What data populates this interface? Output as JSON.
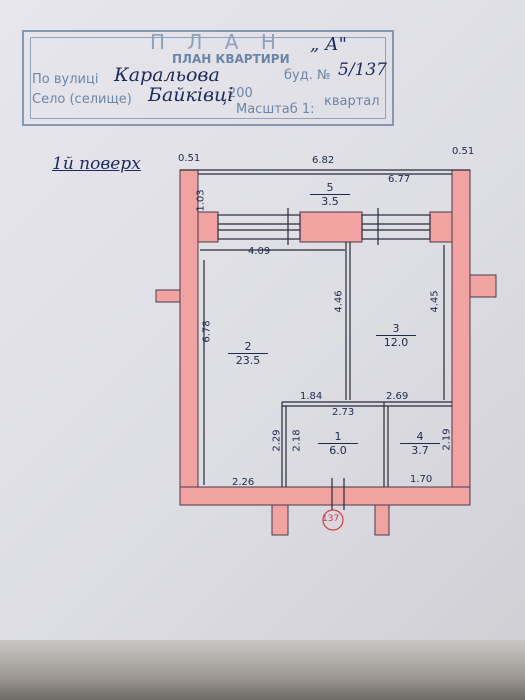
{
  "stamp": {
    "title": "П Л А Н",
    "subtitle": "ПЛАН КВАРТИРИ",
    "street_label": "По вулиці",
    "house_label": "буд. №",
    "village_label": "Село (селище)",
    "kvartal_label": "квартал",
    "scale_label": "Масштаб 1:",
    "scale_value": "200",
    "category": "„ А\""
  },
  "handwriting": {
    "street": "Каральова",
    "house": "5/137",
    "village": "Байківці",
    "floor": "1й поверх"
  },
  "dimensions": {
    "top_left_wall": "0.51",
    "top_total": "6.82",
    "top_right_wall": "0.51",
    "room5_width": "6.77",
    "room5_depth": "1.03",
    "room2_top": "4.09",
    "room2_height": "6.78",
    "partition_height": "4.46",
    "room3_height": "4.45",
    "room1_left_top": "1.84",
    "room1_width": "2.73",
    "room4_top": "2.69",
    "outer_left_small": "2.29",
    "room1_height": "2.18",
    "room4_height": "2.19",
    "bottom_left": "2.26",
    "bottom_right": "1.70"
  },
  "rooms": [
    {
      "num": "1",
      "area": "6.0"
    },
    {
      "num": "2",
      "area": "23.5"
    },
    {
      "num": "3",
      "area": "12.0"
    },
    {
      "num": "4",
      "area": "3.7"
    },
    {
      "num": "5",
      "area": "3.5"
    }
  ],
  "house_number_circle": "137",
  "colors": {
    "wall": "#f0a3a0",
    "ink": "#1f2a4a",
    "stamp": "#6f87a6"
  }
}
